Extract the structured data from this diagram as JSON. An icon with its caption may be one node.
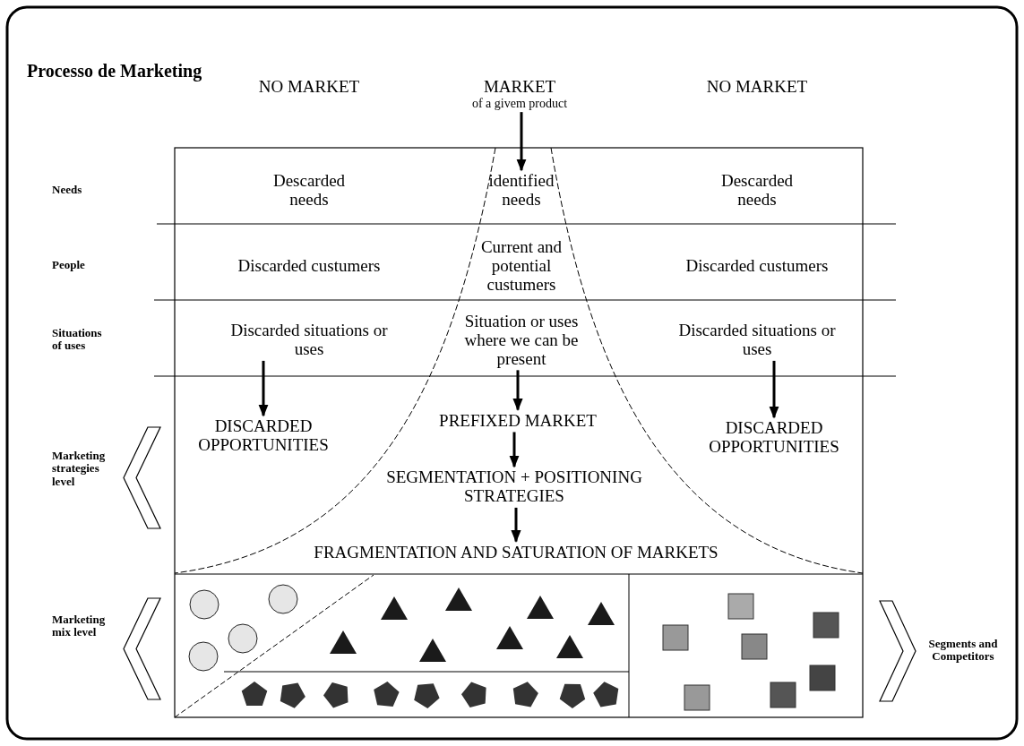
{
  "diagram": {
    "title": "Processo de Marketing",
    "nodes": [
      {
        "text": [
          "MARKET",
          "of a givem product"
        ]
      },
      {
        "text": [
          "Descarded needs"
        ]
      },
      {
        "text": [
          "identified needs"
        ]
      },
      {
        "text": [
          "Descarded needs"
        ]
      },
      {
        "text": [
          "Discarded custumers"
        ]
      },
      {
        "text": [
          "Current and potential custumers"
        ]
      },
      {
        "text": [
          "Discarded custumers"
        ]
      },
      {
        "text": [
          "Discarded situations or uses"
        ]
      },
      {
        "text": [
          "Situation or uses where we can be present"
        ]
      },
      {
        "text": [
          "Discarded situations or uses"
        ]
      },
      {
        "text": [
          "DISCARDED OPPORTUNITIES"
        ]
      },
      {
        "text": [
          "PREFIXED MARKET"
        ]
      },
      {
        "text": [
          "DISCARDED OPPORTUNITIES"
        ]
      },
      {
        "text": [
          "SEGMENTATION + POSITIONING STRATEGIES"
        ]
      },
      {
        "text": [
          "FRAGMENTATION AND SATURATION OF MARKETS"
        ]
      }
    ],
    "edges": [
      {
        "from": 0,
        "to": 2,
        "arrow": "to"
      },
      {
        "from": 7,
        "to": 10,
        "arrow": "to"
      },
      {
        "from": 8,
        "to": 11,
        "arrow": "to"
      },
      {
        "from": 9,
        "to": 12,
        "arrow": "to"
      },
      {
        "from": 11,
        "to": 13,
        "arrow": "to"
      },
      {
        "from": 13,
        "to": 14,
        "arrow": "to"
      }
    ],
    "labels": [
      "NO MARKET",
      "NO MARKET",
      "Needs",
      "People",
      "Situations of uses",
      "Marketing strategies level",
      "Marketing mix level",
      "Segments and Competitors"
    ]
  }
}
